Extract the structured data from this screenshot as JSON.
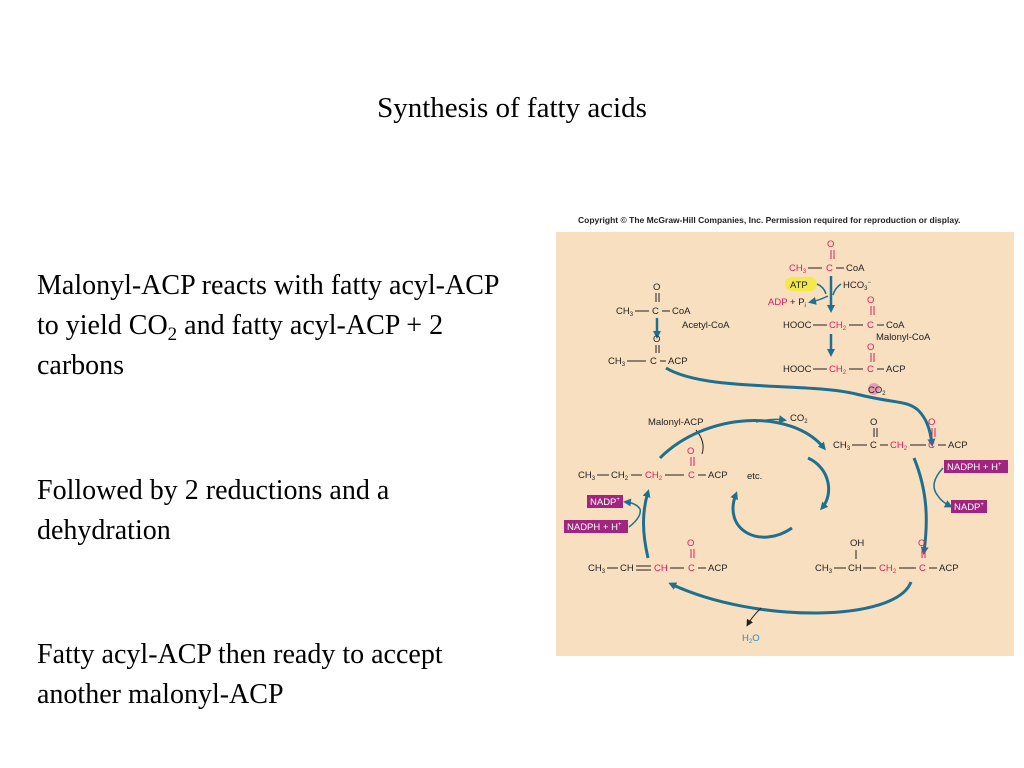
{
  "slide": {
    "title": "Synthesis of fatty acids",
    "bullets": [
      {
        "pre": "Malonyl-ACP reacts with fatty acyl-ACP to yield CO",
        "sub": "2",
        "post": " and fatty acyl-ACP + 2 carbons"
      },
      {
        "text": "Followed by 2 reductions and a dehydration"
      },
      {
        "text": "Fatty acyl-ACP then ready to accept another malonyl-ACP"
      }
    ]
  },
  "figure": {
    "copyright": "Copyright © The McGraw-Hill Companies, Inc. Permission required for reproduction or display.",
    "labels": {
      "acetyl_coa": "Acetyl-CoA",
      "malonyl_coa": "Malonyl-CoA",
      "malonyl_acp": "Malonyl-ACP",
      "atp": "ATP",
      "adp": "ADP",
      "hco3": "HCO",
      "co2": "CO",
      "etc": "etc.",
      "nadph": "NADPH + H",
      "nadp": "NADP",
      "h2o": "H",
      "coa": "CoA",
      "acp": "ACP",
      "ch3": "CH",
      "ch2": "CH",
      "ch": "CH",
      "hooc": "HOOC",
      "oh": "OH",
      "o": "O"
    },
    "colors": {
      "background": "#f8dfc0",
      "arrow": "#1f6f8e",
      "highlight": "#d6205f",
      "cofactor_box": "#a0257f",
      "atp_highlight": "#f4e94a",
      "water": "#2a8bbf"
    }
  }
}
